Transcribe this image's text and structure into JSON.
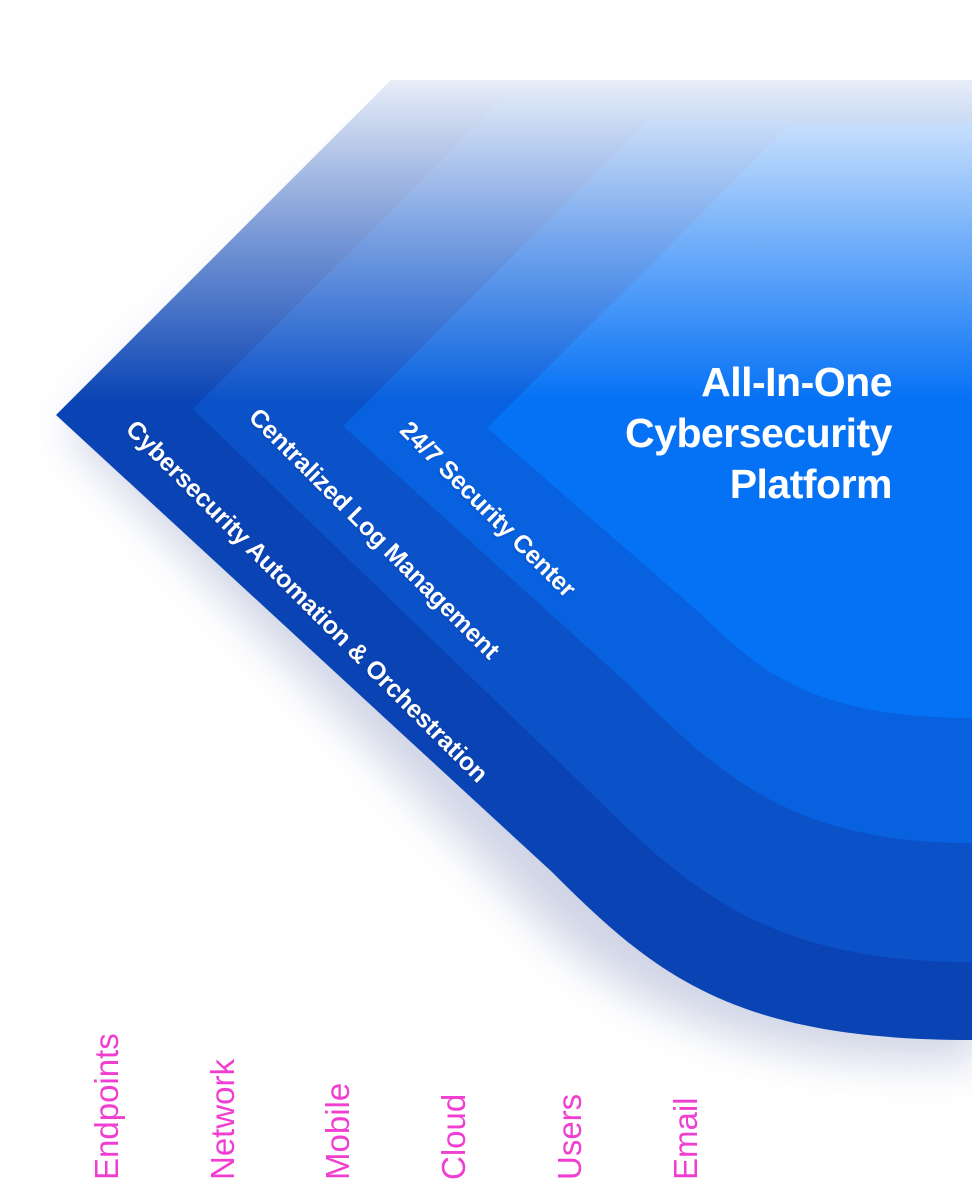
{
  "platform": {
    "title_lines": [
      "All-In-One",
      "Cybersecurity",
      "Platform"
    ]
  },
  "layers": [
    {
      "label": "Cybersecurity Automation & Orchestration",
      "color": "#0a44b4"
    },
    {
      "label": "Centralized Log Management",
      "color": "#0b52c9"
    },
    {
      "label": "24/7 Security Center",
      "color": "#0861df"
    },
    {
      "label": "",
      "color": "#0571f5"
    }
  ],
  "sources": [
    "Endpoints",
    "Network",
    "Mobile",
    "Cloud",
    "Users",
    "Email"
  ],
  "colors": {
    "source_text": "#f03fd0",
    "connector_top": "#3d5ae6",
    "connector_bottom": "#e63fd4"
  }
}
